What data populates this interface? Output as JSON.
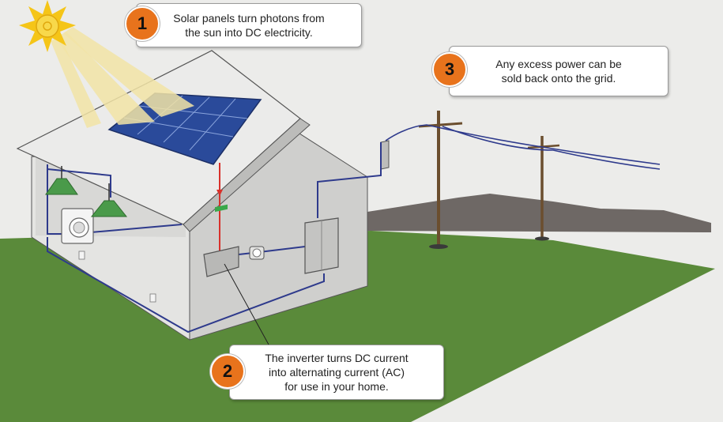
{
  "steps": [
    {
      "number": "1",
      "lines": [
        "Solar panels turn photons from",
        "the sun into DC electricity."
      ]
    },
    {
      "number": "2",
      "lines": [
        "The inverter turns DC current",
        "into alternating current (AC)",
        "for use in your home."
      ]
    },
    {
      "number": "3",
      "lines": [
        "Any excess power can be",
        "sold back onto the grid."
      ]
    }
  ],
  "icons": [
    "sun-icon",
    "solar-panel-icon",
    "ceiling-lamp-icon",
    "washing-machine-icon",
    "inverter-icon",
    "electric-meter-icon",
    "breaker-panel-icon",
    "wall-outlet-icon",
    "utility-pole-icon"
  ],
  "colors": {
    "callout_badge": "#e8731c",
    "wiring_dc": "#d8312b",
    "wiring_ac": "#2e3a8c",
    "lawn": "#5a8a3a",
    "sun": "#f5c518",
    "solar_panel": "#2a4a9a"
  }
}
